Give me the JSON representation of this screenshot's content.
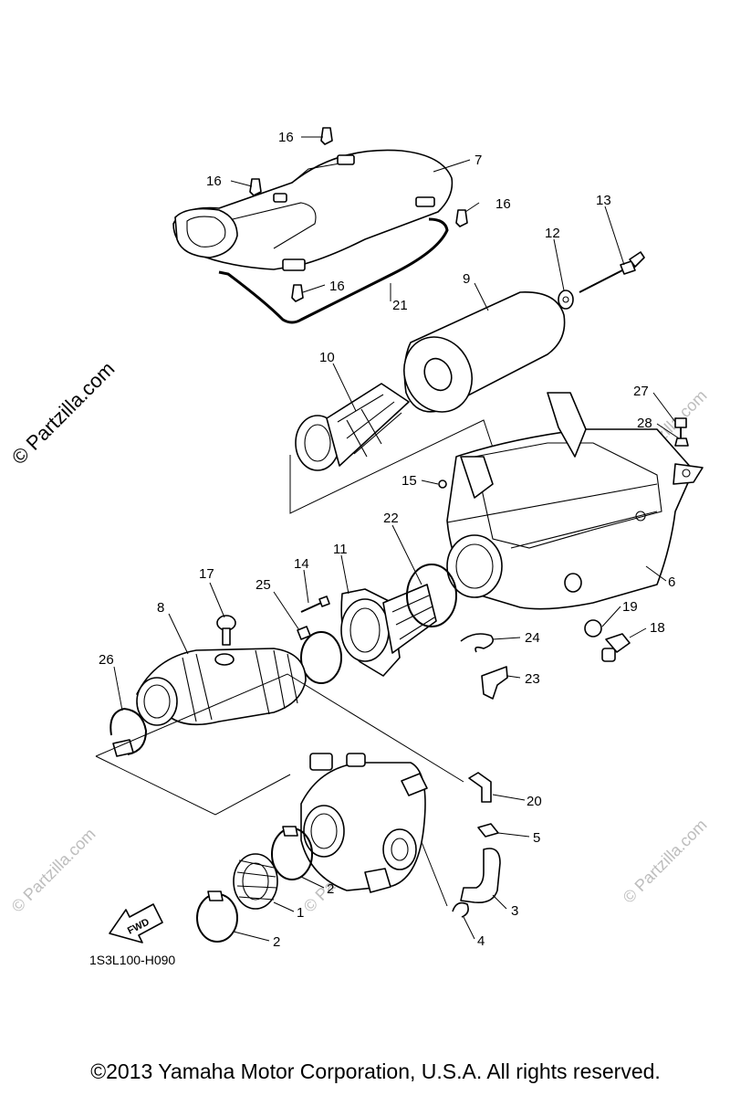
{
  "watermark": {
    "main": "© Partzilla.com",
    "faint": "© Partzilla.com"
  },
  "diagram": {
    "code": "1S3L100-H090",
    "fwd_label": "FWD",
    "labels": {
      "1": "1",
      "2a": "2",
      "2b": "2",
      "3": "3",
      "4": "4",
      "5": "5",
      "6": "6",
      "7": "7",
      "8": "8",
      "9": "9",
      "10": "10",
      "11": "11",
      "12": "12",
      "13": "13",
      "14": "14",
      "15": "15",
      "16a": "16",
      "16b": "16",
      "16c": "16",
      "16d": "16",
      "17": "17",
      "18": "18",
      "19": "19",
      "20": "20",
      "21": "21",
      "22": "22",
      "23": "23",
      "24": "24",
      "25": "25",
      "26": "26",
      "27": "27",
      "28": "28"
    }
  },
  "footer": {
    "copyright": "©2013  Yamaha Motor Corporation, U.S.A. All rights reserved."
  }
}
